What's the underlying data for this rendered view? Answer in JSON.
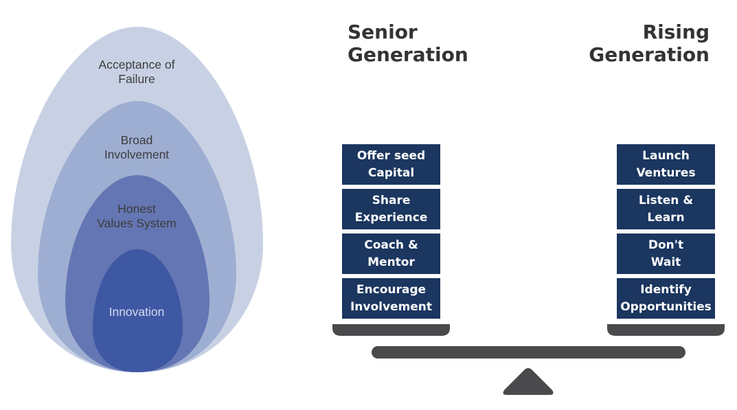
{
  "diagram": {
    "layers": [
      {
        "label": "Acceptance of\nFailure",
        "color": "#c8d1e4"
      },
      {
        "label": "Broad\nInvolvement",
        "color": "#9eaed2"
      },
      {
        "label": "Honest\nValues System",
        "color": "#6476b3"
      },
      {
        "label": "Innovation",
        "color": "#3f58a3"
      }
    ]
  },
  "balance": {
    "senior": {
      "heading": "Senior\nGeneration",
      "items": [
        "Offer seed\nCapital",
        "Share\nExperience",
        "Coach &\nMentor",
        "Encourage\nInvolvement"
      ]
    },
    "rising": {
      "heading": "Rising\nGeneration",
      "items": [
        "Launch\nVentures",
        "Listen &\nLearn",
        "Don't\nWait",
        "Identify\nOpportunities"
      ]
    },
    "box_color": "#1b365f",
    "scale_color": "#4a4a4c"
  }
}
